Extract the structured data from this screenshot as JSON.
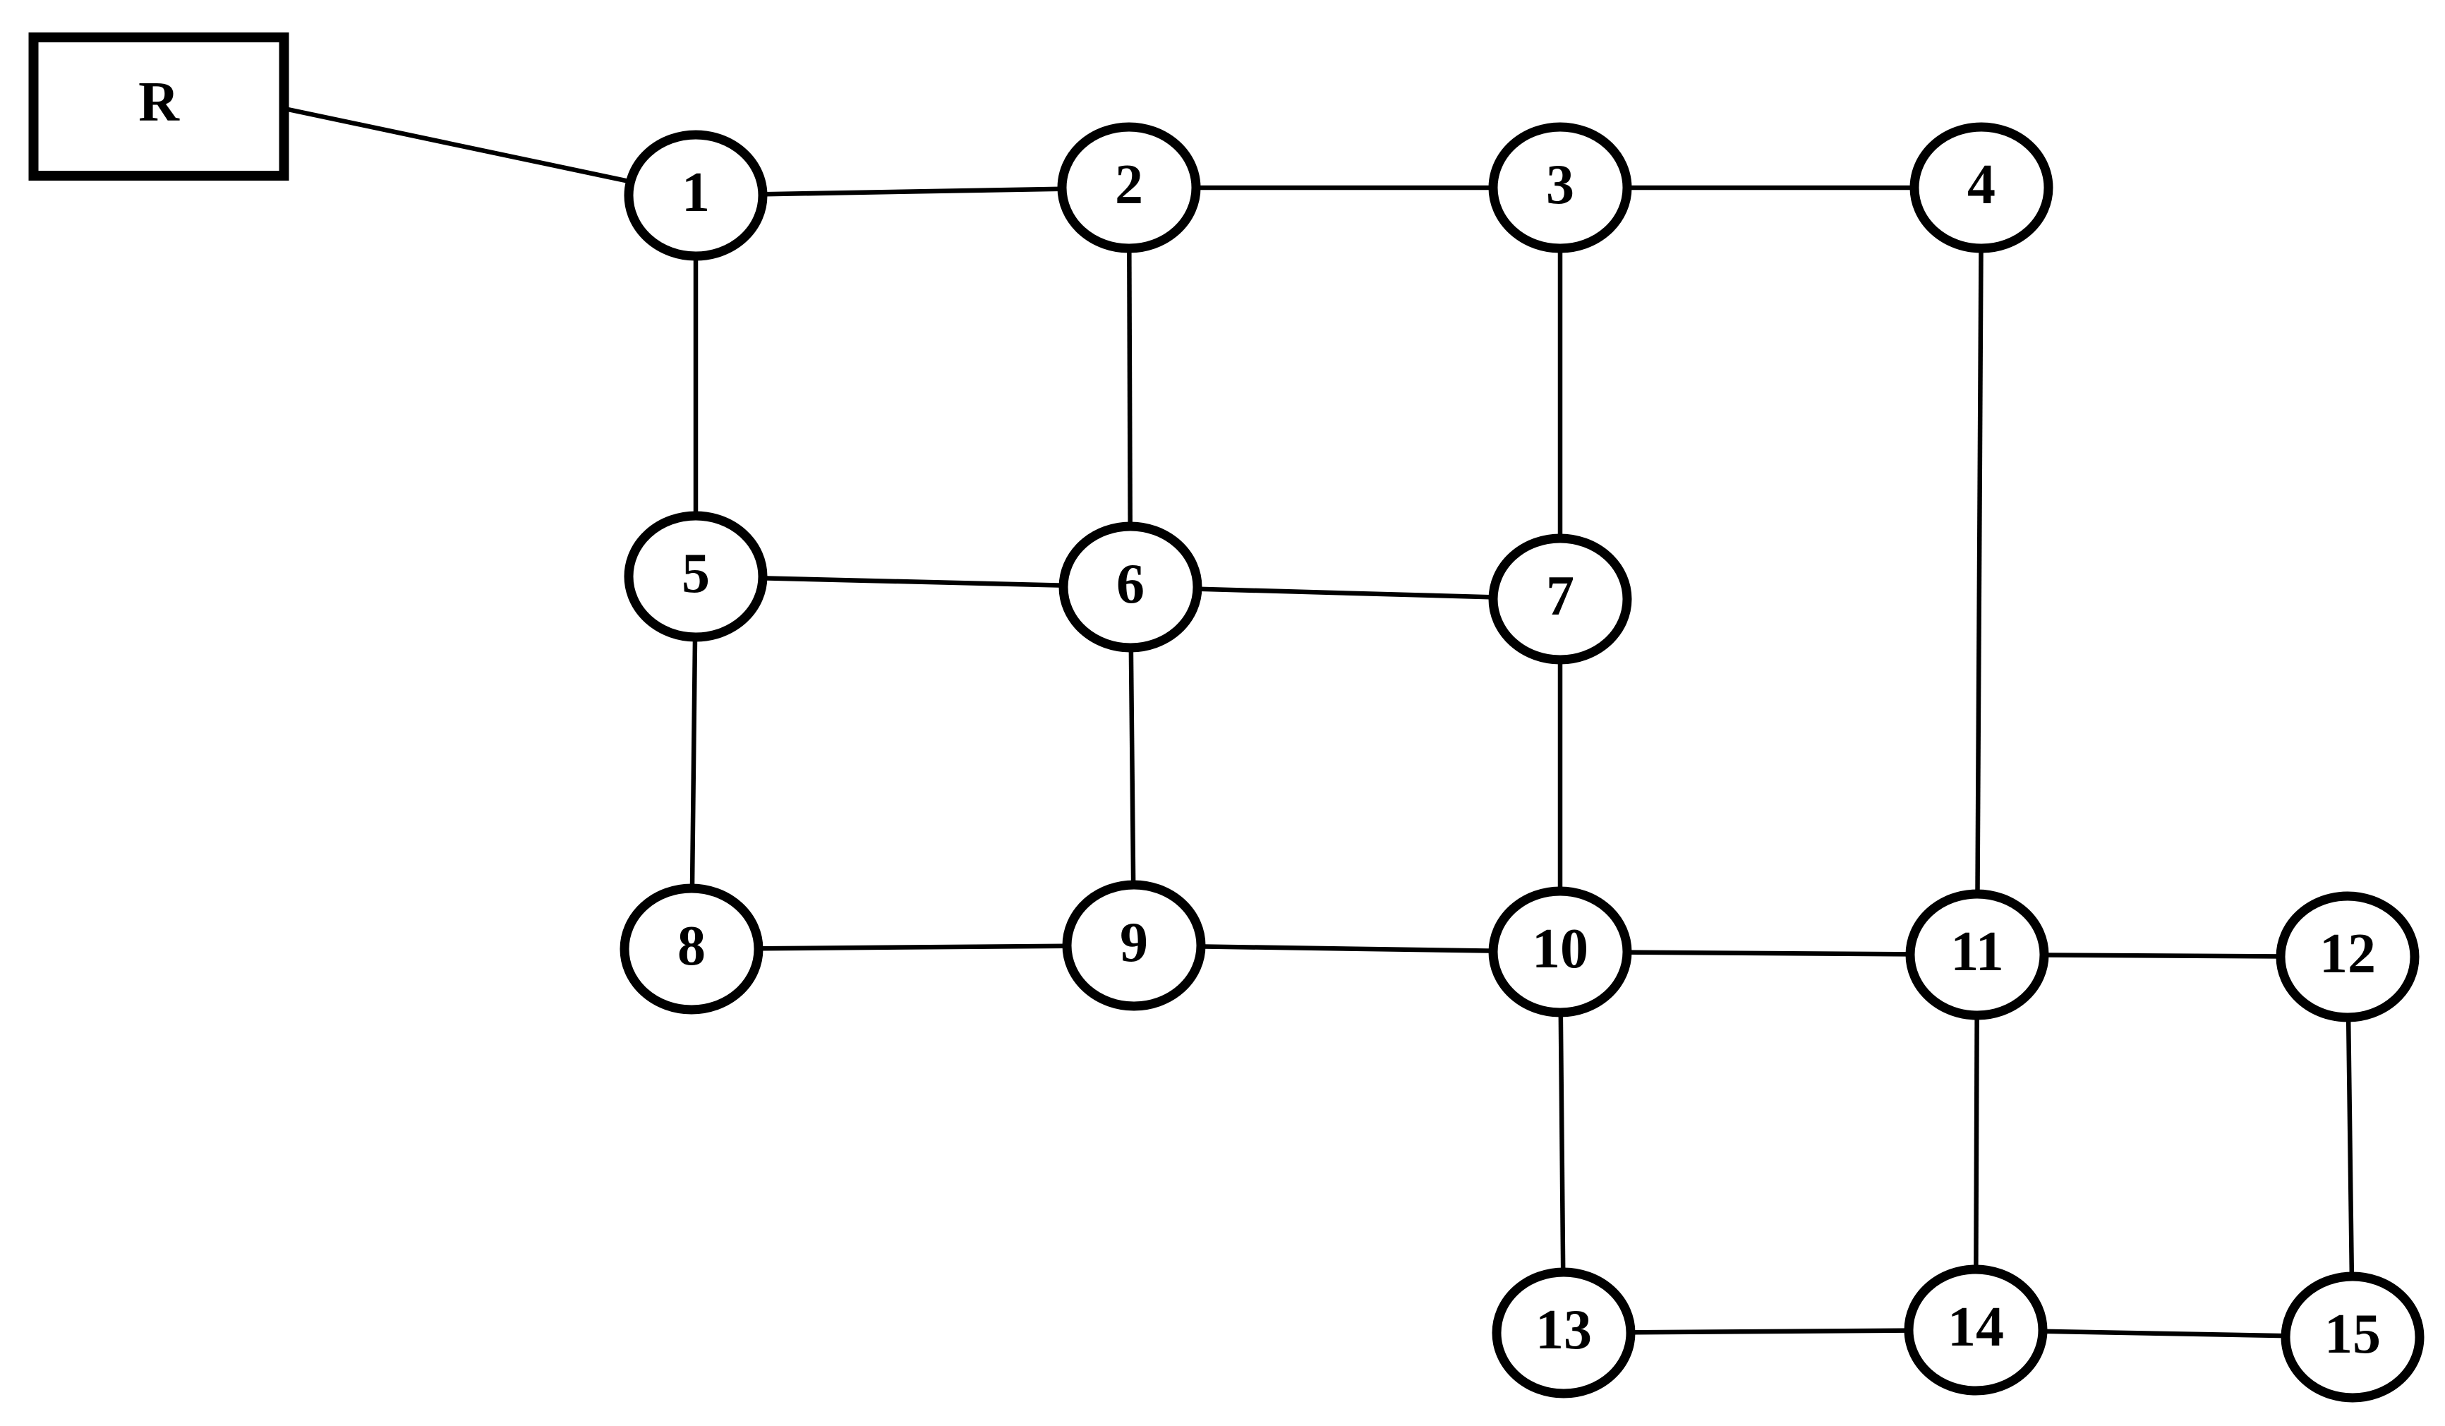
{
  "diagram": {
    "root": {
      "id": "R",
      "label": "R"
    },
    "nodes": [
      {
        "id": "1",
        "label": "1"
      },
      {
        "id": "2",
        "label": "2"
      },
      {
        "id": "3",
        "label": "3"
      },
      {
        "id": "4",
        "label": "4"
      },
      {
        "id": "5",
        "label": "5"
      },
      {
        "id": "6",
        "label": "6"
      },
      {
        "id": "7",
        "label": "7"
      },
      {
        "id": "8",
        "label": "8"
      },
      {
        "id": "9",
        "label": "9"
      },
      {
        "id": "10",
        "label": "10"
      },
      {
        "id": "11",
        "label": "11"
      },
      {
        "id": "12",
        "label": "12"
      },
      {
        "id": "13",
        "label": "13"
      },
      {
        "id": "14",
        "label": "14"
      },
      {
        "id": "15",
        "label": "15"
      }
    ],
    "edges": [
      [
        "R",
        "1"
      ],
      [
        "1",
        "2"
      ],
      [
        "2",
        "3"
      ],
      [
        "3",
        "4"
      ],
      [
        "1",
        "5"
      ],
      [
        "2",
        "6"
      ],
      [
        "3",
        "7"
      ],
      [
        "4",
        "11"
      ],
      [
        "5",
        "6"
      ],
      [
        "6",
        "7"
      ],
      [
        "5",
        "8"
      ],
      [
        "6",
        "9"
      ],
      [
        "7",
        "10"
      ],
      [
        "8",
        "9"
      ],
      [
        "9",
        "10"
      ],
      [
        "10",
        "11"
      ],
      [
        "11",
        "12"
      ],
      [
        "10",
        "13"
      ],
      [
        "11",
        "14"
      ],
      [
        "12",
        "15"
      ],
      [
        "13",
        "14"
      ],
      [
        "14",
        "15"
      ]
    ]
  }
}
